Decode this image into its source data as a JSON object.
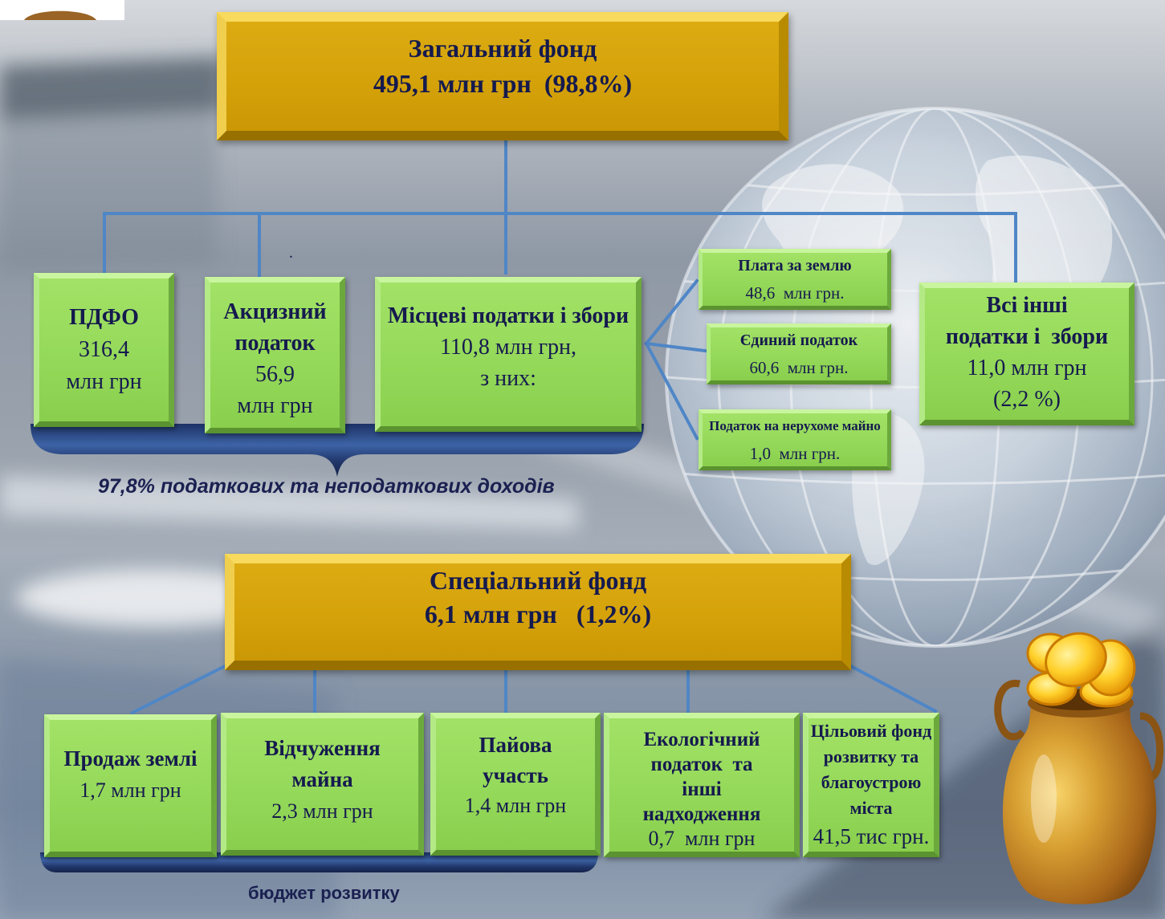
{
  "general_fund": {
    "title": "Загальний фонд",
    "amount": "495,1 млн грн  (98,8%)"
  },
  "general_items": {
    "pdfo": {
      "title": [
        "ПДФО"
      ],
      "value": [
        "316,4",
        "млн грн"
      ]
    },
    "excise": {
      "title": [
        "Акцизний",
        "податок"
      ],
      "value": [
        "56,9",
        "млн грн"
      ]
    },
    "local": {
      "title": [
        "Місцеві податки і збори"
      ],
      "value": [
        "110,8 млн грн,",
        "з них:"
      ]
    },
    "other": {
      "title": [
        "Всі інші",
        "податки і  збори"
      ],
      "value": [
        "11,0 млн грн",
        "(2,2 %)"
      ]
    }
  },
  "local_breakdown": [
    {
      "title": "Плата за землю",
      "value": "48,6  млн грн."
    },
    {
      "title": "Єдиний податок",
      "value": "60,6  млн грн."
    },
    {
      "title": "Податок на нерухоме майно",
      "value": "1,0  млн грн."
    }
  ],
  "general_caption": "97,8% податкових та неподаткових доходів",
  "dot": ".",
  "special_fund": {
    "title": "Спеціальний фонд",
    "amount": "6,1 млн грн   (1,2%)"
  },
  "special_items": [
    {
      "title": [
        "Продаж землі"
      ],
      "value": "1,7 млн грн"
    },
    {
      "title": [
        "Відчуження",
        "майна"
      ],
      "value": "2,3 млн грн"
    },
    {
      "title": [
        "Пайова",
        "участь"
      ],
      "value": "1,4 млн грн"
    },
    {
      "title": [
        "Екологічний",
        "податок  та",
        "інші",
        "надходження"
      ],
      "value": "0,7  млн грн"
    },
    {
      "title": [
        "Цільовий фонд",
        "розвитку та",
        "благоустрою",
        "міста"
      ],
      "value": "41,5 тис грн."
    }
  ],
  "special_caption": "бюджет розвитку",
  "colors": {
    "gold_box": "#d4a109",
    "green_box": "#95d95a",
    "connector": "#4f86c6",
    "brace": "#1d3266",
    "text": "#151a4e"
  }
}
